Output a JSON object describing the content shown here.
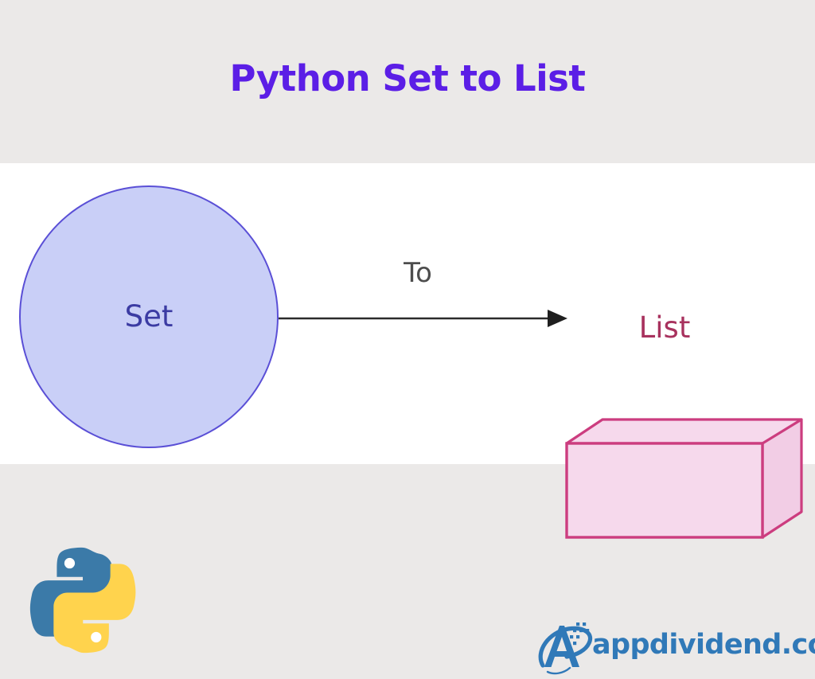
{
  "page": {
    "title": "Python Set to List",
    "background_top": "#ebe9e8",
    "background_middle": "#ffffff",
    "background_bottom": "#ebe9e8",
    "title_color": "#5b1ee6"
  },
  "diagram": {
    "type": "flow",
    "source": {
      "label": "Set",
      "shape": "circle",
      "fill": "#c9cff7",
      "stroke": "#5a4fd6",
      "text_color": "#3b3ba3"
    },
    "connector": {
      "label": "To",
      "label_color": "#4d4d4d",
      "line_color": "#2b2b2b",
      "direction": "left-to-right",
      "arrowhead": "solid-triangle"
    },
    "target": {
      "label": "List",
      "shape": "3d-box",
      "fill": "#f4d2e6",
      "stroke": "#cc3d7f",
      "text_color": "#a8325e"
    }
  },
  "branding": {
    "python_logo": {
      "name": "python-logo",
      "blue": "#3b7aa8",
      "yellow": "#ffd34d"
    },
    "site_logo": {
      "name": "appdividend-logo",
      "text": "appdividend.com",
      "color": "#3079b8"
    }
  }
}
